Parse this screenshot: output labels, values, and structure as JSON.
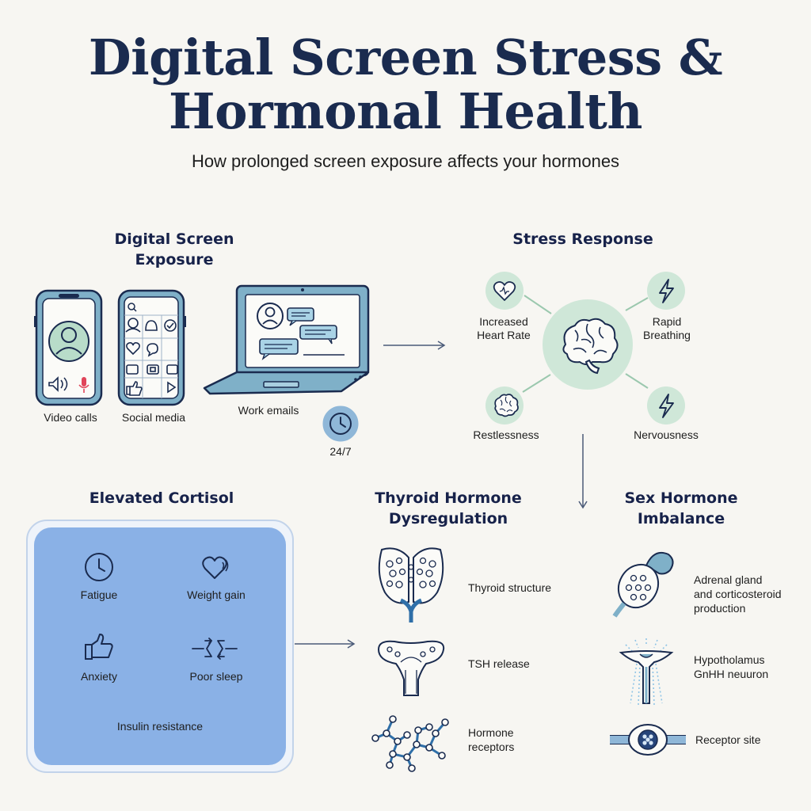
{
  "header": {
    "title_line1": "Digital Screen Stress &",
    "title_line2": "Hormonal Health",
    "subtitle": "How prolonged screen exposure affects your hormones"
  },
  "exposure": {
    "heading_line1": "Digital Screen",
    "heading_line2": "Exposure",
    "video_calls": "Video calls",
    "social_media": "Social media",
    "work_emails": "Work emails",
    "always_on": "24/7"
  },
  "stress": {
    "heading": "Stress Response",
    "heart_rate_line1": "Increased",
    "heart_rate_line2": "Heart Rate",
    "breathing_line1": "Rapid",
    "breathing_line2": "Breathing",
    "restlessness": "Restlessness",
    "nervousness": "Nervousness"
  },
  "cortisol": {
    "heading": "Elevated Cortisol",
    "fatigue": "Fatigue",
    "weight_gain": "Weight gain",
    "anxiety": "Anxiety",
    "poor_sleep": "Poor sleep",
    "insulin": "Insulin resistance"
  },
  "thyroid": {
    "heading_line1": "Thyroid Hormone",
    "heading_line2": "Dysregulation",
    "structure": "Thyroid structure",
    "tsh": "TSH release",
    "receptors_line1": "Hormone",
    "receptors_line2": "receptors"
  },
  "sex_hormone": {
    "heading_line1": "Sex Hormone",
    "heading_line2": "Imbalance",
    "adrenal_line1": "Adrenal gland",
    "adrenal_line2": "and corticosteroid",
    "adrenal_line3": "production",
    "hypo_line1": "Hypotholamus",
    "hypo_line2": "GnHH neuuron",
    "receptor_site": "Receptor site"
  },
  "colors": {
    "navy": "#1a2b4f",
    "device_blue": "#7fb0c8",
    "mint": "#cfe7d8",
    "panel_blue": "#8ab1e6",
    "line": "#4a5a78"
  }
}
